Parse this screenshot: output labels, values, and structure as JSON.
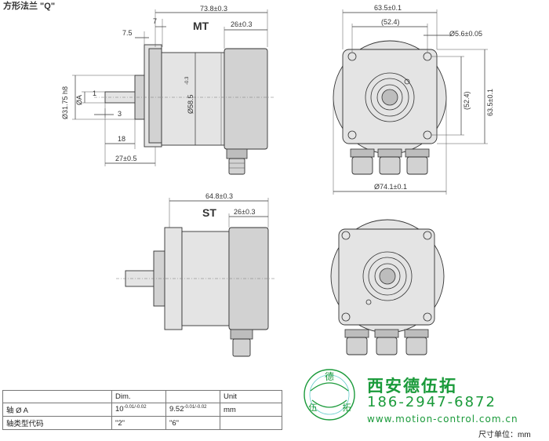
{
  "title": "方形法兰 \"Q\"",
  "views": {
    "mt_label": "MT",
    "st_label": "ST"
  },
  "dims_mt": {
    "overall_len": "73.8±0.3",
    "flange_7": "7",
    "flange_7_5": "7.5",
    "rear_26": "26±0.3",
    "body_dia": "Ø58.5",
    "body_dia_tol": "-0.3",
    "shaft_ref": "Ø31.75 h8",
    "shaft_a": "ØA",
    "shaft_1": "1",
    "shaft_3": "3",
    "shaft_18": "18",
    "shaft_27": "27±0.5"
  },
  "dims_front": {
    "width_63_5": "63.5±0.1",
    "hole_52_4": "(52.4)",
    "hole_dia": "Ø5.6±0.05",
    "vert_52_4": "(52.4)",
    "vert_63_5": "63.5±0.1",
    "outer_dia": "Ø74.1±0.1"
  },
  "dims_st": {
    "overall_len": "64.8±0.3",
    "rear_26": "26±0.3"
  },
  "table": {
    "header": [
      "",
      "Dim.",
      "",
      "Unit"
    ],
    "row1": {
      "label": "轴 Ø A",
      "v1": "10",
      "v1_tol": "-0.01/-0.02",
      "v2": "9.52",
      "v2_tol": "-0.01/-0.02",
      "unit": "mm"
    },
    "row2": {
      "label": "轴类型代码",
      "v1": "\"2\"",
      "v2": "\"6\"",
      "unit": ""
    }
  },
  "logo": {
    "name_cn": "西安德伍拓",
    "phone": "186-2947-6872",
    "website": "www.motion-control.com.cn",
    "badge_chars": [
      "德",
      "伍",
      "拓"
    ]
  },
  "unit_note": "尺寸单位：mm"
}
